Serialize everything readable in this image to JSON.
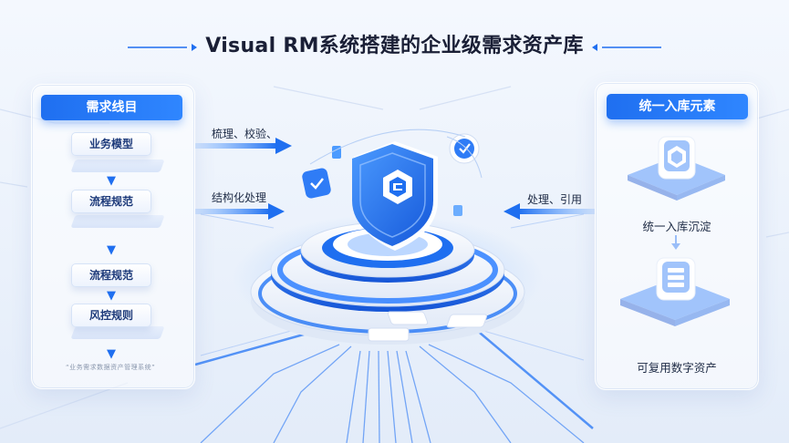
{
  "title": "Visual RM系统搭建的企业级需求资产库",
  "left_panel": {
    "header": "需求线目",
    "steps": [
      "业务模型",
      "流程规范",
      "流程规范",
      "风控规则"
    ],
    "footnote": "“业务需求数据资产管理系统”"
  },
  "flows": {
    "left_top": "梳理、校验、",
    "left_bottom": "结构化处理",
    "right": "处理、引用"
  },
  "right_panel": {
    "header": "统一入库元素",
    "label_top": "统一入库沉淀",
    "label_bottom": "可复用数字资产"
  },
  "icons": [
    "shield-icon",
    "check-shield-icon",
    "hexagon-logo-icon",
    "document-stack-icon"
  ],
  "colors": {
    "accent": "#1f6ff0",
    "accent_light": "#2f86ff",
    "title": "#1a1f36"
  }
}
